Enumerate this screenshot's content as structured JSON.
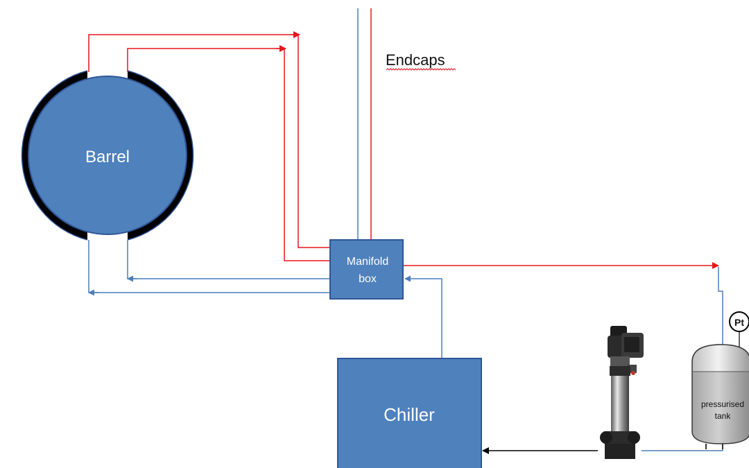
{
  "labels": {
    "barrel": "Barrel",
    "endcaps": "Endcaps",
    "manifold_line1": "Manifold",
    "manifold_line2": "box",
    "chiller": "Chiller",
    "tank_line1": "pressurised",
    "tank_line2": "tank",
    "gauge": "Pt"
  },
  "colors": {
    "component_fill": "#4f81bd",
    "component_stroke": "#2f5597",
    "supply_line": "#e8141c",
    "return_line": "#4a7ebb",
    "shell": "#000000",
    "pump_line": "#000000"
  },
  "icons": {
    "pump": "vertical-multistage-pump-icon",
    "gauge": "pressure-gauge-icon"
  }
}
